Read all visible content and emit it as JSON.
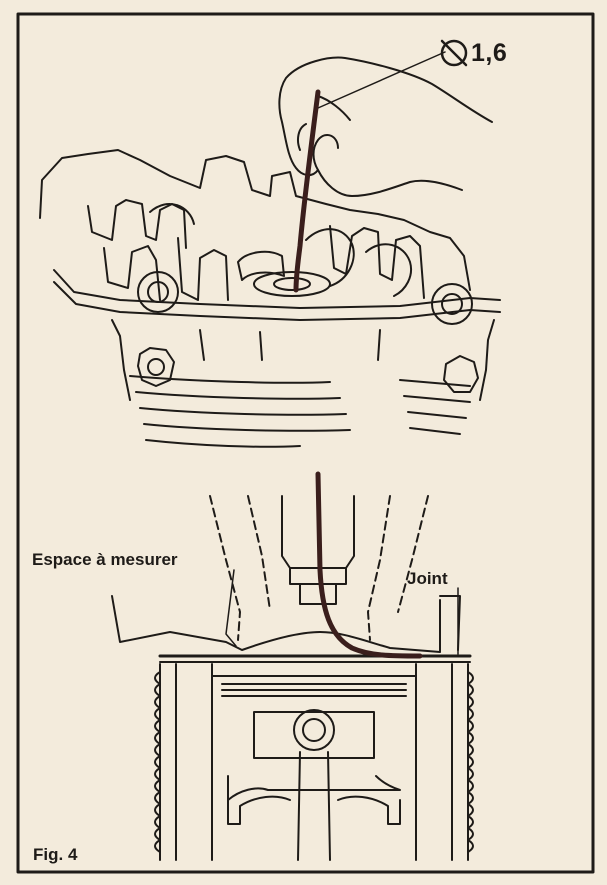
{
  "figure": {
    "caption": "Fig. 4",
    "wire_diameter_label": "1,6",
    "labels": {
      "gap_to_measure": "Espace à mesurer",
      "gasket": "Joint"
    }
  },
  "colors": {
    "paper": "#f3ebdc",
    "ink": "#1e1b18",
    "wire": "#3a1e1c"
  },
  "icons": {
    "diameter_symbol": "diameter-icon"
  }
}
